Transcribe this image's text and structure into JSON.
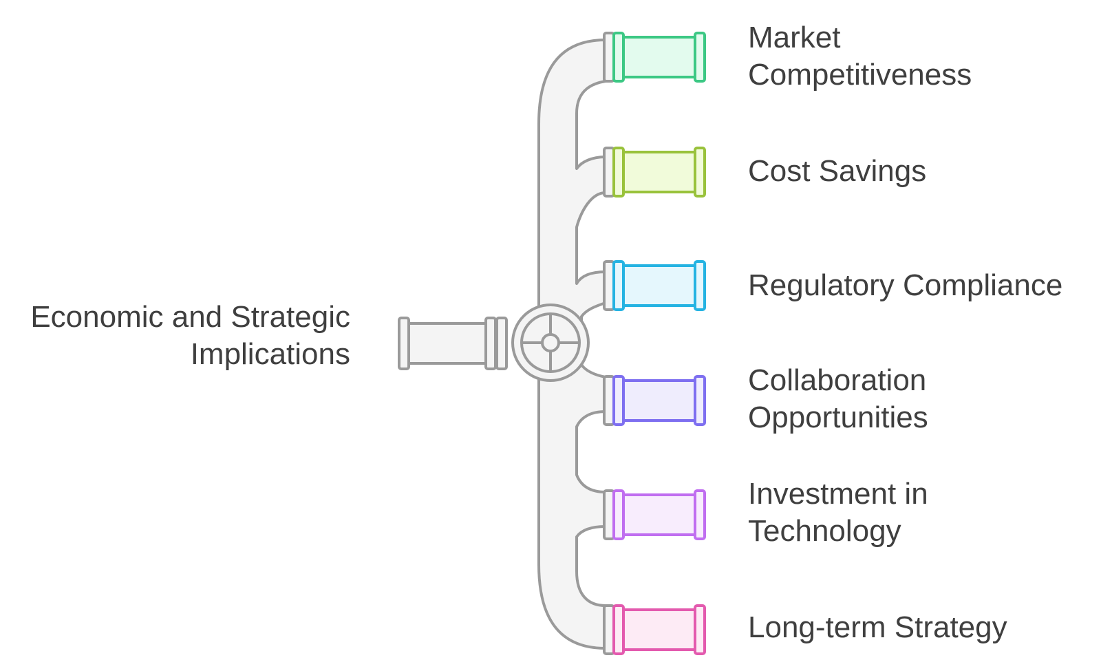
{
  "diagram": {
    "source": {
      "lines": [
        "Economic and Strategic",
        "Implications"
      ],
      "pipe_fill": "#f5f5f5",
      "stroke": "#9a9a9a"
    },
    "outputs": [
      {
        "lines": [
          "Market",
          "Competitiveness"
        ],
        "stroke": "#3cc884",
        "fill": "#e3fbee"
      },
      {
        "lines": [
          "Cost Savings"
        ],
        "stroke": "#99c23b",
        "fill": "#f1fbda"
      },
      {
        "lines": [
          "Regulatory Compliance"
        ],
        "stroke": "#25b3e2",
        "fill": "#e5f7fd"
      },
      {
        "lines": [
          "Collaboration",
          "Opportunities"
        ],
        "stroke": "#7e6ff0",
        "fill": "#efedfd"
      },
      {
        "lines": [
          "Investment in",
          "Technology"
        ],
        "stroke": "#c06ef0",
        "fill": "#f8edfd"
      },
      {
        "lines": [
          "Long-term Strategy"
        ],
        "stroke": "#e35aae",
        "fill": "#fdebf5"
      }
    ]
  }
}
